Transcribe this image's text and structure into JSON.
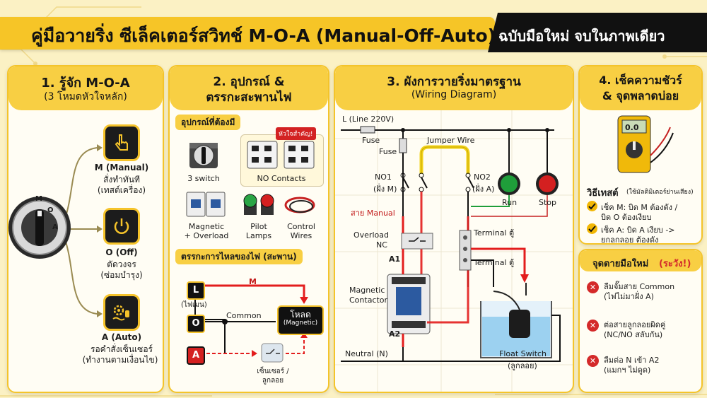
{
  "header": {
    "title": "คู่มือวายริ่ง ซีเล็คเตอร์สวิทช์ M-O-A (Manual-Off-Auto)",
    "subtitle": "ฉบับมือใหม่ จบในภาพเดียว"
  },
  "panel1": {
    "title": "1. รู้จัก M-O-A",
    "subtitle": "(3 โหมดหัวใจหลัก)",
    "switch_labels": [
      "M",
      "O",
      "A"
    ],
    "modes": [
      {
        "name": "M (Manual)",
        "line1": "สั่งทำทันที",
        "line2": "(เทสต์เครื่อง)",
        "icon": "hand-pointer-icon"
      },
      {
        "name": "O (Off)",
        "line1": "ตัดวงจร",
        "line2": "(ซ่อมบำรุง)",
        "icon": "power-icon"
      },
      {
        "name": "A (Auto)",
        "line1": "รอคำสั่งเซ็นเซอร์",
        "line2": "(ทำงานตามเงื่อนไข)",
        "icon": "gear-float-icon"
      }
    ]
  },
  "panel2": {
    "title_line1": "2. อุปกรณ์ &",
    "title_line2": "ตรรกะสะพานไฟ",
    "equipment_head": "อุปกรณ์ที่ต้องมี",
    "badge": "หัวใจสำคัญ!",
    "items": [
      "3 switch",
      "NO Contacts",
      "Magnetic\n+ Overload",
      "Pilot\nLamps",
      "Control\nWires"
    ],
    "logic_head": "ตรรกะการไหลของไฟ (สะพาน)",
    "logic": {
      "L": "L",
      "L_note": "(ไฟเมน)",
      "O": "O",
      "A": "A",
      "M": "M",
      "common": "Common",
      "load": "โหลด",
      "load_note": "(Magnetic)",
      "sensor_line1": "เซ็นเซอร์ /",
      "sensor_line2": "ลูกลอย"
    }
  },
  "panel3": {
    "title": "3. ผังการวายริ่งมาตรฐาน",
    "subtitle": "(Wiring Diagram)",
    "labels": {
      "line": "L (Line 220V)",
      "fuse1": "Fuse",
      "fuse2": "Fuse",
      "jumper": "Jumper Wire",
      "no1": "NO1",
      "no1_note": "(ฝั่ง M)",
      "no2": "NO2",
      "no2_note": "(ฝั่ง A)",
      "run": "Run",
      "stop": "Stop",
      "manual_wire": "สาย Manual",
      "overload": "Overload",
      "nc": "NC",
      "terminal1": "Terminal ตู้",
      "terminal2": "Terminal ตู้",
      "a1": "A1",
      "a2": "A2",
      "magnetic": "Magnetic",
      "contactor": "Contactor",
      "neutral": "Neutral (N)",
      "float_switch": "Float Switch",
      "float_note": "(ลูกลอย)"
    }
  },
  "panel4": {
    "title_line1": "4. เช็คความชัวร์",
    "title_line2": "& จุดพลาดบ่อย",
    "meter_display": "0.0",
    "method_title": "วิธีเทสต์",
    "method_note": "(ใช้มัลติมิเตอร์ย่านเสียง)",
    "checks": [
      {
        "line1": "เช็ค M: บิด M ต้องดัง /",
        "line2": "บิด O ต้องเงียบ"
      },
      {
        "line1": "เช็ค A: บิด A เงียบ ->",
        "line2": "ยกลูกลอย ต้องดัง"
      }
    ]
  },
  "panel5": {
    "title": "จุดตายมือใหม่",
    "warn": "(ระวัง!)",
    "mistakes": [
      {
        "line1": "ลืมจั๊มสาย Common",
        "line2": "(ไฟไม่มาฝั่ง A)"
      },
      {
        "line1": "ต่อสายลูกลอยผิดคู่",
        "line2": "(NC/NO สลับกัน)"
      },
      {
        "line1": "ลืมต่อ N เข้า A2",
        "line2": "(แมกฯ ไม่ดูด)"
      }
    ]
  },
  "colors": {
    "accent": "#f6c527",
    "dark": "#111111",
    "wire_red": "#e31d1d",
    "lamp_green": "#1f9e3a",
    "lamp_red": "#d42020",
    "check_yellow": "#f2b705"
  }
}
